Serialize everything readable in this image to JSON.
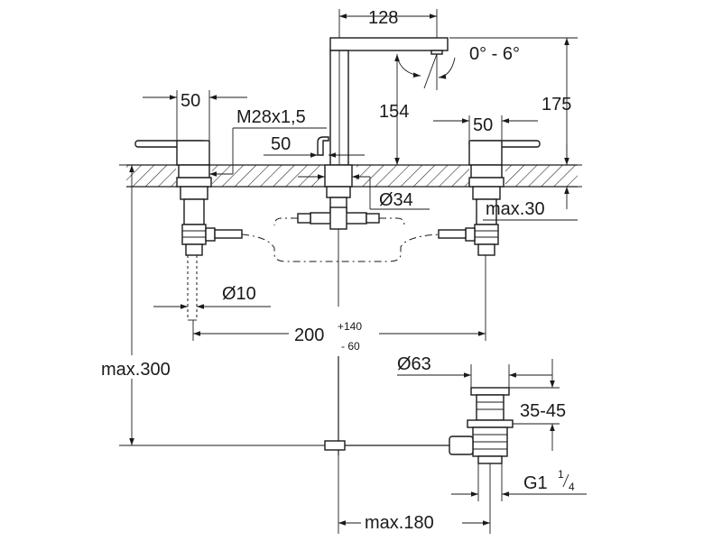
{
  "dimensions": {
    "spout_reach": "128",
    "tilt_angle": "0° - 6°",
    "spout_height": "154",
    "total_height": "175",
    "handle_left_width": "50",
    "thread": "M28x1,5",
    "handle_right_width": "50",
    "pull_rod": "50",
    "hole_diameter": "Ø34",
    "max_thickness": "max.30",
    "supply_diameter": "Ø10",
    "spacing_main": "200",
    "spacing_plus": "+140",
    "spacing_minus": "- 60",
    "max_depth": "max.300",
    "drain_diameter": "Ø63",
    "drain_range": "35-45",
    "drain_thread_main": "G1",
    "drain_thread_num": "1",
    "drain_thread_den": "4",
    "max_reach": "max.180"
  }
}
